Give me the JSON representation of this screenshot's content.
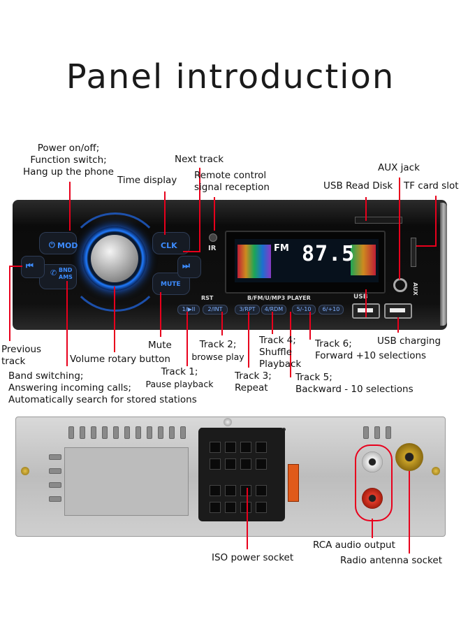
{
  "title": "Panel introduction",
  "front_labels": {
    "power": [
      "Power on/off;",
      "Function switch;",
      "Hang up the phone"
    ],
    "time_display": "Time display",
    "next_track": "Next track",
    "remote": [
      "Remote control",
      "signal reception"
    ],
    "aux_jack": "AUX jack",
    "usb_read": "USB Read Disk",
    "tf_slot": "TF card slot",
    "prev_track": [
      "Previous",
      "track"
    ],
    "volume": "Volume rotary button",
    "mute": "Mute",
    "track2": [
      "Track 2;",
      "browse play"
    ],
    "track4": [
      "Track 4;",
      "Shuffle",
      "Playback"
    ],
    "track6": [
      "Track 6;",
      "Forward +10 selections"
    ],
    "usb_charging": "USB charging",
    "band": [
      "Band switching;",
      "Answering incoming calls;",
      "Automatically search for stored stations"
    ],
    "track1": [
      "Track 1;",
      "Pause playback"
    ],
    "track3": [
      "Track 3;",
      "Repeat"
    ],
    "track5": [
      "Track 5;",
      "Backward - 10 selections"
    ]
  },
  "panel_text": {
    "mod": "MOD",
    "clk": "CLK",
    "bnd": "BND",
    "ams": "AMS",
    "mute": "MUTE",
    "ir": "IR",
    "rst": "RST",
    "player": "B/FM/U/MP3  PLAYER",
    "fm": "FM",
    "freq": "87.5",
    "usb": "USB",
    "aux": "AUX",
    "btn1": "1/▶II",
    "btn2": "2/INT",
    "btn3": "3/RPT",
    "btn4": "4/RDM",
    "btn5": "5/-10",
    "btn6": "6/+10"
  },
  "back_labels": {
    "iso": "ISO power socket",
    "rca": "RCA audio output",
    "antenna": "Radio antenna socket"
  },
  "colors": {
    "accent": "#1f7bff",
    "callout": "#e8001c"
  }
}
